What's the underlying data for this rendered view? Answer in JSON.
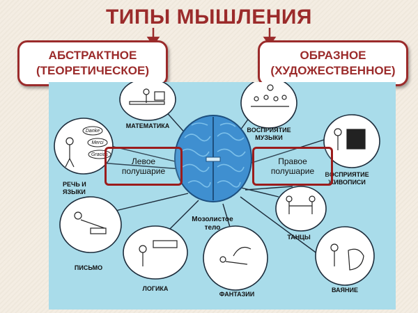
{
  "title": "ТИПЫ МЫШЛЕНИЯ",
  "cards": {
    "abstract": {
      "line1": "АБСТРАКТНОЕ",
      "line2": "(ТЕОРЕТИЧЕСКОЕ)"
    },
    "figurative": {
      "line1": "ОБРАЗНОЕ",
      "line2": "(ХУДОЖЕСТВЕННОЕ)"
    }
  },
  "hemispheres": {
    "left": {
      "line1": "Левое",
      "line2": "полушарие"
    },
    "right": {
      "line1": "Правое",
      "line2": "полушарие"
    }
  },
  "corpus": {
    "line1": "Мозолистое",
    "line2": "тело"
  },
  "topics": {
    "math": "МАТЕМАТИКА",
    "music_1": "ВОСПРИЯТИЕ",
    "music_2": "МУЗЫКИ",
    "speech_1": "РЕЧЬ И",
    "speech_2": "ЯЗЫКИ",
    "painting_1": "ВОСПРИЯТИЕ",
    "painting_2": "ЖИВОПИСИ",
    "writing": "ПИСЬМО",
    "dance": "ТАНЦЫ",
    "logic": "ЛОГИКА",
    "fantasy": "ФАНТАЗИИ",
    "sculpture": "ВАЯНИЕ"
  },
  "bubbles": {
    "danke": "Danke",
    "merci": "Merci",
    "gracias": "Gracias"
  },
  "colors": {
    "accent": "#9b2b2b",
    "diagram_bg": "#a9dcea",
    "brain": "#3f8fd0"
  }
}
